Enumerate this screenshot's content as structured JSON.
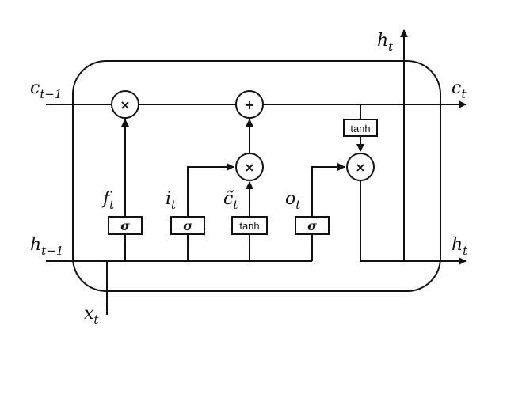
{
  "labels": {
    "c_prev_base": "c",
    "c_prev_sub": "t−1",
    "c_t_base": "c",
    "c_t_sub": "t",
    "h_prev_base": "h",
    "h_prev_sub": "t−1",
    "h_t_right_base": "h",
    "h_t_right_sub": "t",
    "h_t_top_base": "h",
    "h_t_top_sub": "t",
    "x_t_base": "x",
    "x_t_sub": "t",
    "f_t_base": "f",
    "f_t_sub": "t",
    "i_t_base": "i",
    "i_t_sub": "t",
    "ctilde_base": "c̃",
    "ctilde_sub": "t",
    "o_t_base": "o",
    "o_t_sub": "t"
  },
  "operators": {
    "multiply": "×",
    "add": "+"
  },
  "gates": {
    "sigma": "σ",
    "tanh": "tanh"
  }
}
